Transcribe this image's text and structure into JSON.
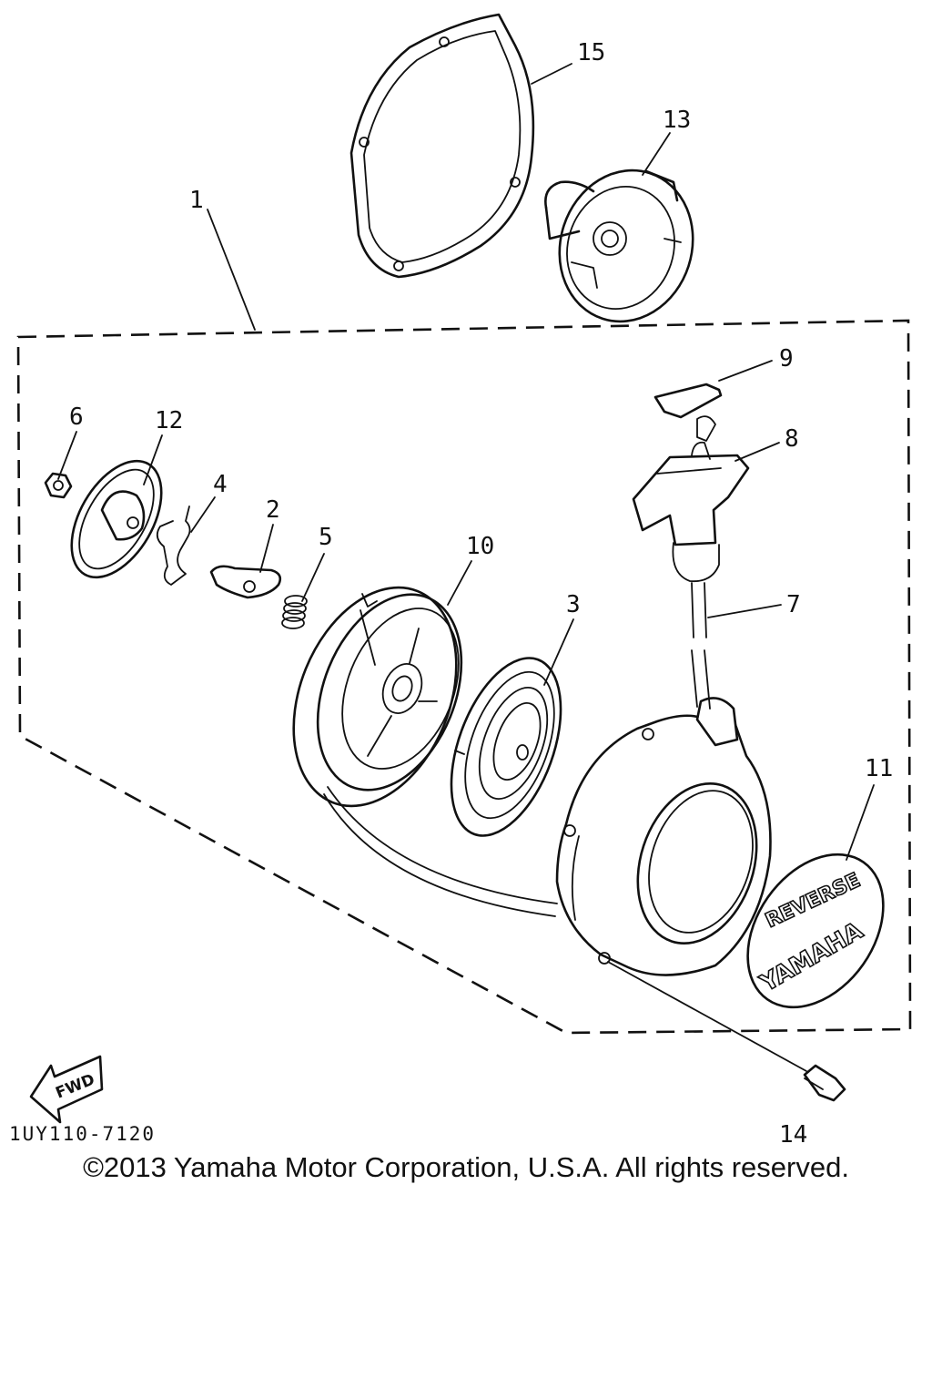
{
  "labels": {
    "p1": "1",
    "p2": "2",
    "p3": "3",
    "p4": "4",
    "p5": "5",
    "p6": "6",
    "p7": "7",
    "p8": "8",
    "p9": "9",
    "p10": "10",
    "p11": "11",
    "p12": "12",
    "p13": "13",
    "p14": "14",
    "p15": "15"
  },
  "diagram_code": "1UY110-7120",
  "emblem": {
    "line1": "REVERSE",
    "line2": "YAMAHA"
  },
  "direction_marker": "FWD",
  "copyright": "©2013 Yamaha Motor Corporation, U.S.A. All rights reserved."
}
